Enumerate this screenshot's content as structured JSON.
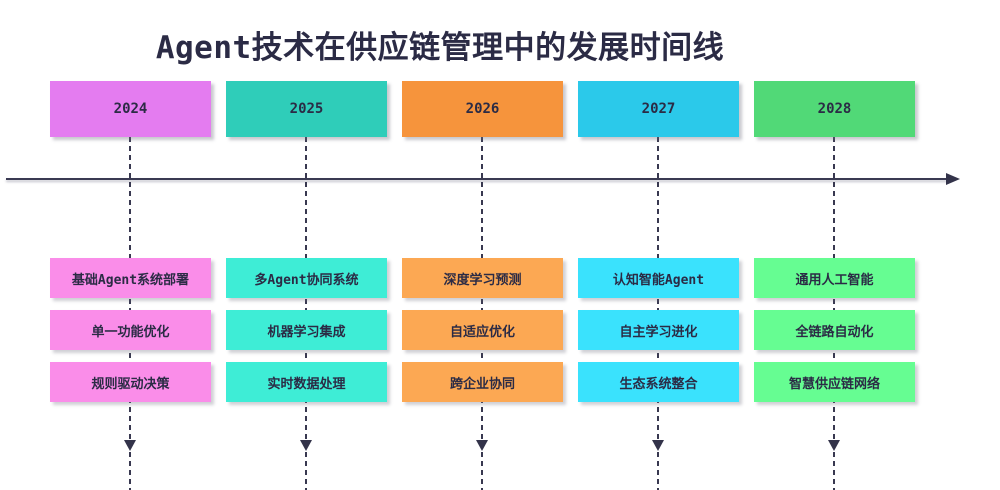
{
  "title": "Agent技术在供应链管理中的发展时间线",
  "timeline": {
    "axis_color": "#3A3A52",
    "text_color": "#2B2B45",
    "columns": [
      {
        "year": "2024",
        "header_color": "#E47CF0",
        "item_color": "#FA8DE9",
        "items": [
          "基础Agent系统部署",
          "单一功能优化",
          "规则驱动决策"
        ]
      },
      {
        "year": "2025",
        "header_color": "#2FCDB9",
        "item_color": "#3EEDD6",
        "items": [
          "多Agent协同系统",
          "机器学习集成",
          "实时数据处理"
        ]
      },
      {
        "year": "2026",
        "header_color": "#F6943C",
        "item_color": "#FCA853",
        "items": [
          "深度学习预测",
          "自适应优化",
          "跨企业协同"
        ]
      },
      {
        "year": "2027",
        "header_color": "#2BC9EA",
        "item_color": "#3AE2FD",
        "items": [
          "认知智能Agent",
          "自主学习进化",
          "生态系统整合"
        ]
      },
      {
        "year": "2028",
        "header_color": "#51D977",
        "item_color": "#66FD92",
        "items": [
          "通用人工智能",
          "全链路自动化",
          "智慧供应链网络"
        ]
      }
    ]
  }
}
